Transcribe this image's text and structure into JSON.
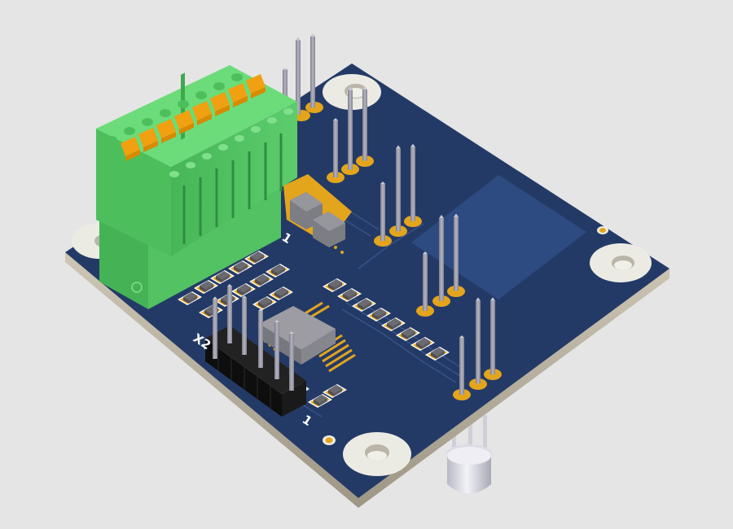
{
  "scene": {
    "type": "3D PCB render",
    "background_color": "#e5e5e5",
    "board": {
      "solder_mask_color": "#243a66",
      "edge_color": "#b8b0a0",
      "copper_plane_color": "#2f4f85",
      "pad_color": "#e3a51c",
      "silkscreen_color": "#ffffff"
    },
    "silkscreen": {
      "header_label": "X2",
      "header_pin1_marker": "1",
      "regulator_pin1_marker": "1"
    },
    "components": {
      "terminal_block": {
        "positions": 8,
        "body_color": "#4cbf5c",
        "lever_color": "#f0a010"
      },
      "pin_header": {
        "pins": 6,
        "body_color": "#161616",
        "pin_color": "#9a9aa8"
      },
      "smd_resistors_row": {
        "count": 8
      },
      "smd_resistor_array": {
        "count": 12
      },
      "ic": {
        "body_color": "#8a8a90",
        "leads": 14
      },
      "power_inductors": {
        "count": 2
      },
      "through_hole_pin_groups": 6,
      "mounting_holes": 4,
      "led": {
        "color": "#d7d7e0"
      }
    }
  }
}
